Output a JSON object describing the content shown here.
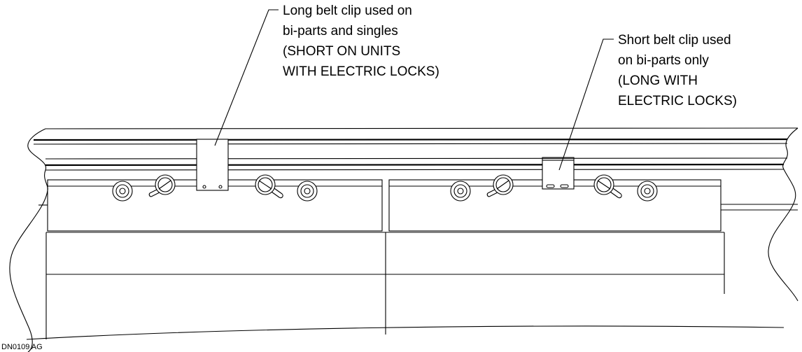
{
  "callouts": [
    {
      "lines": [
        "Long belt clip used on",
        "bi-parts and singles",
        "(SHORT ON UNITS",
        "WITH ELECTRIC LOCKS)"
      ]
    },
    {
      "lines": [
        "Short belt clip used",
        "on bi-parts only",
        "(LONG WITH",
        "ELECTRIC LOCKS)"
      ]
    }
  ],
  "drawing_code": "DN0109 AG"
}
